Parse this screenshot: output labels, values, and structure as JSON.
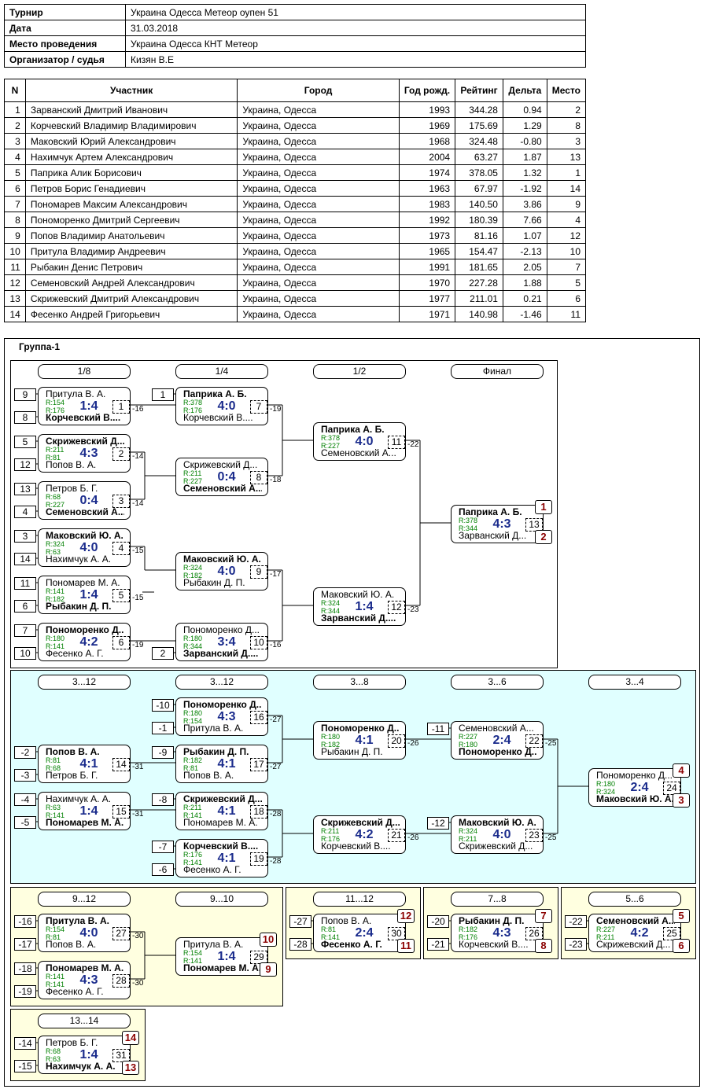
{
  "info": [
    {
      "label": "Турнир",
      "value": "Украина Одесса Метеор оупен 51"
    },
    {
      "label": "Дата",
      "value": "31.03.2018"
    },
    {
      "label": "Место проведения",
      "value": "Украина Одесса КНТ Метеор"
    },
    {
      "label": "Организатор / судья",
      "value": "Кизян В.Е"
    }
  ],
  "players_header": {
    "n": "N",
    "name": "Участник",
    "city": "Город",
    "year": "Год рожд.",
    "rating": "Рейтинг",
    "delta": "Дельта",
    "place": "Место"
  },
  "players": [
    {
      "n": "1",
      "name": "Зарванский Дмитрий Иванович",
      "city": "Украина, Одесса",
      "year": "1993",
      "rating": "344.28",
      "delta": "0.94",
      "place": "2"
    },
    {
      "n": "2",
      "name": "Корчевский Владимир Владимирович",
      "city": "Украина, Одесса",
      "year": "1969",
      "rating": "175.69",
      "delta": "1.29",
      "place": "8"
    },
    {
      "n": "3",
      "name": "Маковский Юрий Александрович",
      "city": "Украина, Одесса",
      "year": "1968",
      "rating": "324.48",
      "delta": "-0.80",
      "place": "3"
    },
    {
      "n": "4",
      "name": "Нахимчук Артем Александрович",
      "city": "Украина, Одесса",
      "year": "2004",
      "rating": "63.27",
      "delta": "1.87",
      "place": "13"
    },
    {
      "n": "5",
      "name": "Паприка Алик Борисович",
      "city": "Украина, Одесса",
      "year": "1974",
      "rating": "378.05",
      "delta": "1.32",
      "place": "1"
    },
    {
      "n": "6",
      "name": "Петров Борис Генадиевич",
      "city": "Украина, Одесса",
      "year": "1963",
      "rating": "67.97",
      "delta": "-1.92",
      "place": "14"
    },
    {
      "n": "7",
      "name": "Пономарев Максим Александрович",
      "city": "Украина, Одесса",
      "year": "1983",
      "rating": "140.50",
      "delta": "3.86",
      "place": "9"
    },
    {
      "n": "8",
      "name": "Пономоренко Дмитрий Сергеевич",
      "city": "Украина, Одесса",
      "year": "1992",
      "rating": "180.39",
      "delta": "7.66",
      "place": "4"
    },
    {
      "n": "9",
      "name": "Попов Владимир Анатольевич",
      "city": "Украина, Одесса",
      "year": "1973",
      "rating": "81.16",
      "delta": "1.07",
      "place": "12"
    },
    {
      "n": "10",
      "name": "Притула Владимир Андреевич",
      "city": "Украина, Одесса",
      "year": "1965",
      "rating": "154.47",
      "delta": "-2.13",
      "place": "10"
    },
    {
      "n": "11",
      "name": "Рыбакин Денис Петрович",
      "city": "Украина, Одесса",
      "year": "1991",
      "rating": "181.65",
      "delta": "2.05",
      "place": "7"
    },
    {
      "n": "12",
      "name": "Семеновский Андрей Александрович",
      "city": "Украина, Одесса",
      "year": "1970",
      "rating": "227.28",
      "delta": "1.88",
      "place": "5"
    },
    {
      "n": "13",
      "name": "Скрижевский Дмитрий Александрович",
      "city": "Украина, Одесса",
      "year": "1977",
      "rating": "211.01",
      "delta": "0.21",
      "place": "6"
    },
    {
      "n": "14",
      "name": "Фесенко Андрей Григорьевич",
      "city": "Украина, Одесса",
      "year": "1971",
      "rating": "140.98",
      "delta": "-1.46",
      "place": "11"
    }
  ],
  "group_title": "Группа-1",
  "round_headers": {
    "r1": "1/8",
    "r2": "1/4",
    "r3": "1/2",
    "r4": "Финал",
    "c1": "3...12",
    "c2": "3...12",
    "c3": "3...8",
    "c4": "3...6",
    "c5": "3...4",
    "d1": "9...12",
    "d2": "9...10",
    "e1": "11...12",
    "f1": "7...8",
    "g1": "5...6",
    "h1": "13...14"
  },
  "matches": [
    {
      "id": "m1",
      "p1": "Притула В. А.",
      "r1": "R:154",
      "p2": "Корчевский В....",
      "r2": "R:176",
      "score": "1:4",
      "num": "1",
      "win": 2,
      "seed1": "9",
      "seed2": "8",
      "loser": "-16"
    },
    {
      "id": "m2",
      "p1": "Скрижевский Д...",
      "r1": "R:211",
      "p2": "Попов В. А.",
      "r2": "R:81",
      "score": "4:3",
      "num": "2",
      "win": 1,
      "seed1": "5",
      "seed2": "12",
      "loser": "-14"
    },
    {
      "id": "m3",
      "p1": "Петров Б. Г.",
      "r1": "R:68",
      "p2": "Семеновский А...",
      "r2": "R:227",
      "score": "0:4",
      "num": "3",
      "win": 2,
      "seed1": "13",
      "seed2": "4",
      "loser": "-14"
    },
    {
      "id": "m4",
      "p1": "Маковский Ю. А.",
      "r1": "R:324",
      "p2": "Нахимчук А. А.",
      "r2": "R:63",
      "score": "4:0",
      "num": "4",
      "win": 1,
      "seed1": "3",
      "seed2": "14",
      "loser": "-15"
    },
    {
      "id": "m5",
      "p1": "Пономарев М. А.",
      "r1": "R:141",
      "p2": "Рыбакин Д. П.",
      "r2": "R:182",
      "score": "1:4",
      "num": "5",
      "win": 2,
      "seed1": "11",
      "seed2": "6",
      "loser": "-15"
    },
    {
      "id": "m6",
      "p1": "Пономоренко Д...",
      "r1": "R:180",
      "p2": "Фесенко А. Г.",
      "r2": "R:141",
      "score": "4:2",
      "num": "6",
      "win": 1,
      "seed1": "7",
      "seed2": "10",
      "loser": "-19"
    },
    {
      "id": "m7",
      "p1": "Паприка А. Б.",
      "r1": "R:378",
      "p2": "Корчевский В....",
      "r2": "R:176",
      "score": "4:0",
      "num": "7",
      "win": 1,
      "seed1": "1",
      "loser": "-19"
    },
    {
      "id": "m8",
      "p1": "Скрижевский Д...",
      "r1": "R:211",
      "p2": "Семеновский А...",
      "r2": "R:227",
      "score": "0:4",
      "num": "8",
      "win": 2,
      "loser": "-18"
    },
    {
      "id": "m9",
      "p1": "Маковский Ю. А.",
      "r1": "R:324",
      "p2": "Рыбакин Д. П.",
      "r2": "R:182",
      "score": "4:0",
      "num": "9",
      "win": 1,
      "loser": "-17"
    },
    {
      "id": "m10",
      "p1": "Пономоренко Д...",
      "r1": "R:180",
      "p2": "Зарванский Д....",
      "r2": "R:344",
      "score": "3:4",
      "num": "10",
      "win": 2,
      "seed2": "2",
      "loser": "-16"
    },
    {
      "id": "m11",
      "p1": "Паприка А. Б.",
      "r1": "R:378",
      "p2": "Семеновский А...",
      "r2": "R:227",
      "score": "4:0",
      "num": "11",
      "win": 1,
      "loser": "-22"
    },
    {
      "id": "m12",
      "p1": "Маковский Ю. А.",
      "r1": "R:324",
      "p2": "Зарванский Д....",
      "r2": "R:344",
      "score": "1:4",
      "num": "12",
      "win": 2,
      "loser": "-23"
    },
    {
      "id": "m13",
      "p1": "Паприка А. Б.",
      "r1": "R:378",
      "p2": "Зарванский Д...",
      "r2": "R:344",
      "score": "4:3",
      "num": "13",
      "win": 1,
      "place1": "1",
      "place2": "2"
    },
    {
      "id": "m14",
      "p1": "Попов В. А.",
      "r1": "R:81",
      "p2": "Петров Б. Г.",
      "r2": "R:68",
      "score": "4:1",
      "num": "14",
      "win": 1,
      "seed1": "-2",
      "seed2": "-3",
      "loser": "-31"
    },
    {
      "id": "m15",
      "p1": "Нахимчук А. А.",
      "r1": "R:63",
      "p2": "Пономарев М. А.",
      "r2": "R:141",
      "score": "1:4",
      "num": "15",
      "win": 2,
      "seed1": "-4",
      "seed2": "-5",
      "loser": "-31"
    },
    {
      "id": "m16",
      "p1": "Пономоренко Д...",
      "r1": "R:180",
      "p2": "Притула В. А.",
      "r2": "R:154",
      "score": "4:3",
      "num": "16",
      "win": 1,
      "seed1": "-10",
      "seed2": "-1",
      "loser": "-27"
    },
    {
      "id": "m17",
      "p1": "Рыбакин Д. П.",
      "r1": "R:182",
      "p2": "Попов В. А.",
      "r2": "R:81",
      "score": "4:1",
      "num": "17",
      "win": 1,
      "seed1": "-9",
      "loser": "-27"
    },
    {
      "id": "m18",
      "p1": "Скрижевский Д...",
      "r1": "R:211",
      "p2": "Пономарев М. А.",
      "r2": "R:141",
      "score": "4:1",
      "num": "18",
      "win": 1,
      "seed1": "-8",
      "loser": "-28"
    },
    {
      "id": "m19",
      "p1": "Корчевский В....",
      "r1": "R:176",
      "p2": "Фесенко А. Г.",
      "r2": "R:141",
      "score": "4:1",
      "num": "19",
      "win": 1,
      "seed1": "-7",
      "seed2": "-6",
      "loser": "-28"
    },
    {
      "id": "m20",
      "p1": "Пономоренко Д...",
      "r1": "R:180",
      "p2": "Рыбакин Д. П.",
      "r2": "R:182",
      "score": "4:1",
      "num": "20",
      "win": 1,
      "loser": "-26"
    },
    {
      "id": "m21",
      "p1": "Скрижевский Д...",
      "r1": "R:211",
      "p2": "Корчевский В....",
      "r2": "R:176",
      "score": "4:2",
      "num": "21",
      "win": 1,
      "loser": "-26"
    },
    {
      "id": "m22",
      "p1": "Семеновский А...",
      "r1": "R:227",
      "p2": "Пономоренко Д...",
      "r2": "R:180",
      "score": "2:4",
      "num": "22",
      "win": 2,
      "seed1": "-11",
      "loser": "-25"
    },
    {
      "id": "m23",
      "p1": "Маковский Ю. А.",
      "r1": "R:324",
      "p2": "Скрижевский Д...",
      "r2": "R:211",
      "score": "4:0",
      "num": "23",
      "win": 1,
      "seed1": "-12",
      "loser": "-25"
    },
    {
      "id": "m24",
      "p1": "Пономоренко Д...",
      "r1": "R:180",
      "p2": "Маковский Ю. А.",
      "r2": "R:324",
      "score": "2:4",
      "num": "24",
      "win": 2,
      "place1": "4",
      "place2": "3"
    },
    {
      "id": "m27",
      "p1": "Притула В. А.",
      "r1": "R:154",
      "p2": "Попов В. А.",
      "r2": "R:81",
      "score": "4:0",
      "num": "27",
      "win": 1,
      "seed1": "-16",
      "seed2": "-17",
      "loser": "-30"
    },
    {
      "id": "m28",
      "p1": "Пономарев М. А.",
      "r1": "R:141",
      "p2": "Фесенко А. Г.",
      "r2": "R:141",
      "score": "4:3",
      "num": "28",
      "win": 1,
      "seed1": "-18",
      "seed2": "-19",
      "loser": "-30"
    },
    {
      "id": "m29",
      "p1": "Притула В. А.",
      "r1": "R:154",
      "p2": "Пономарев М. А.",
      "r2": "R:141",
      "score": "1:4",
      "num": "29",
      "win": 2,
      "place1": "10",
      "place2": "9"
    },
    {
      "id": "m30",
      "p1": "Попов В. А.",
      "r1": "R:81",
      "p2": "Фесенко А. Г.",
      "r2": "R:141",
      "score": "2:4",
      "num": "30",
      "win": 2,
      "seed1": "-27",
      "seed2": "-28",
      "place1": "12",
      "place2": "11"
    },
    {
      "id": "m26",
      "p1": "Рыбакин Д. П.",
      "r1": "R:182",
      "p2": "Корчевский В....",
      "r2": "R:176",
      "score": "4:3",
      "num": "26",
      "win": 1,
      "seed1": "-20",
      "seed2": "-21",
      "place1": "7",
      "place2": "8"
    },
    {
      "id": "m25",
      "p1": "Семеновский А...",
      "r1": "R:227",
      "p2": "Скрижевский Д...",
      "r2": "R:211",
      "score": "4:2",
      "num": "25",
      "win": 1,
      "seed1": "-22",
      "seed2": "-23",
      "place1": "5",
      "place2": "6"
    },
    {
      "id": "m31",
      "p1": "Петров Б. Г.",
      "r1": "R:68",
      "p2": "Нахимчук А. А.",
      "r2": "R:63",
      "score": "1:4",
      "num": "31",
      "win": 2,
      "seed1": "-14",
      "seed2": "-15",
      "place1": "14",
      "place2": "13"
    }
  ]
}
